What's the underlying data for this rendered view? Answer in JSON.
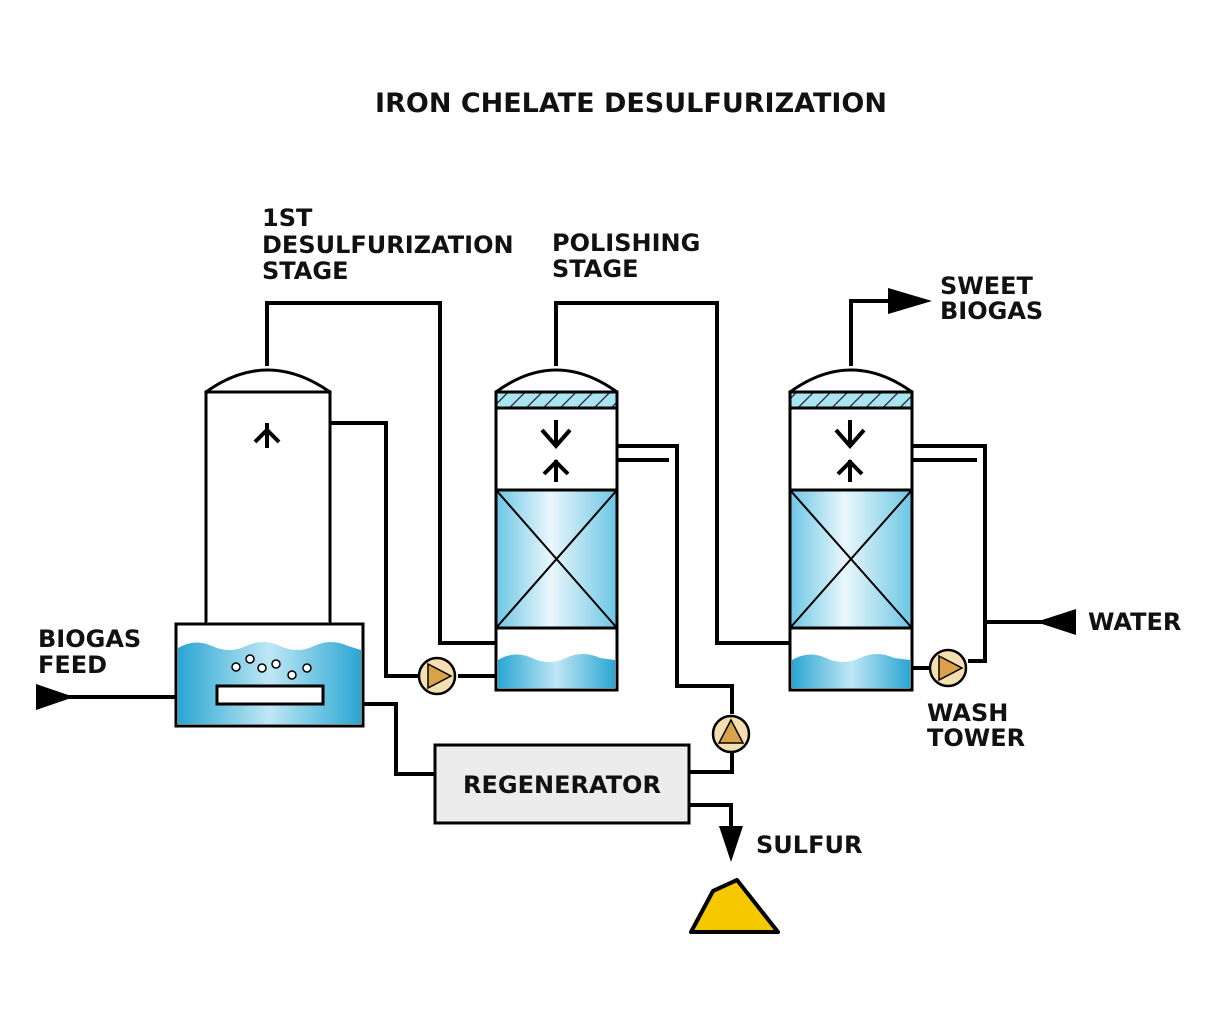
{
  "title": "IRON CHELATE DESULFURIZATION",
  "labels": {
    "first_stage": [
      "1ST",
      "DESULFURIZATION",
      "STAGE"
    ],
    "polishing_stage": [
      "POLISHING",
      "STAGE"
    ],
    "sweet_biogas": [
      "SWEET",
      "BIOGAS"
    ],
    "biogas_feed": [
      "BIOGAS",
      "FEED"
    ],
    "water": "WATER",
    "wash_tower": [
      "WASH",
      "TOWER"
    ],
    "regenerator": "REGENERATOR",
    "sulfur": "SULFUR"
  },
  "colors": {
    "liquid": "#3fb3d9",
    "liquid_light": "#e6f6fc",
    "pump_fill": "#f5deb0",
    "pump_triangle": "#d9a24a",
    "sulfur": "#f5c800",
    "regenerator_fill": "#ececec",
    "demister": "#a8e4f2"
  }
}
